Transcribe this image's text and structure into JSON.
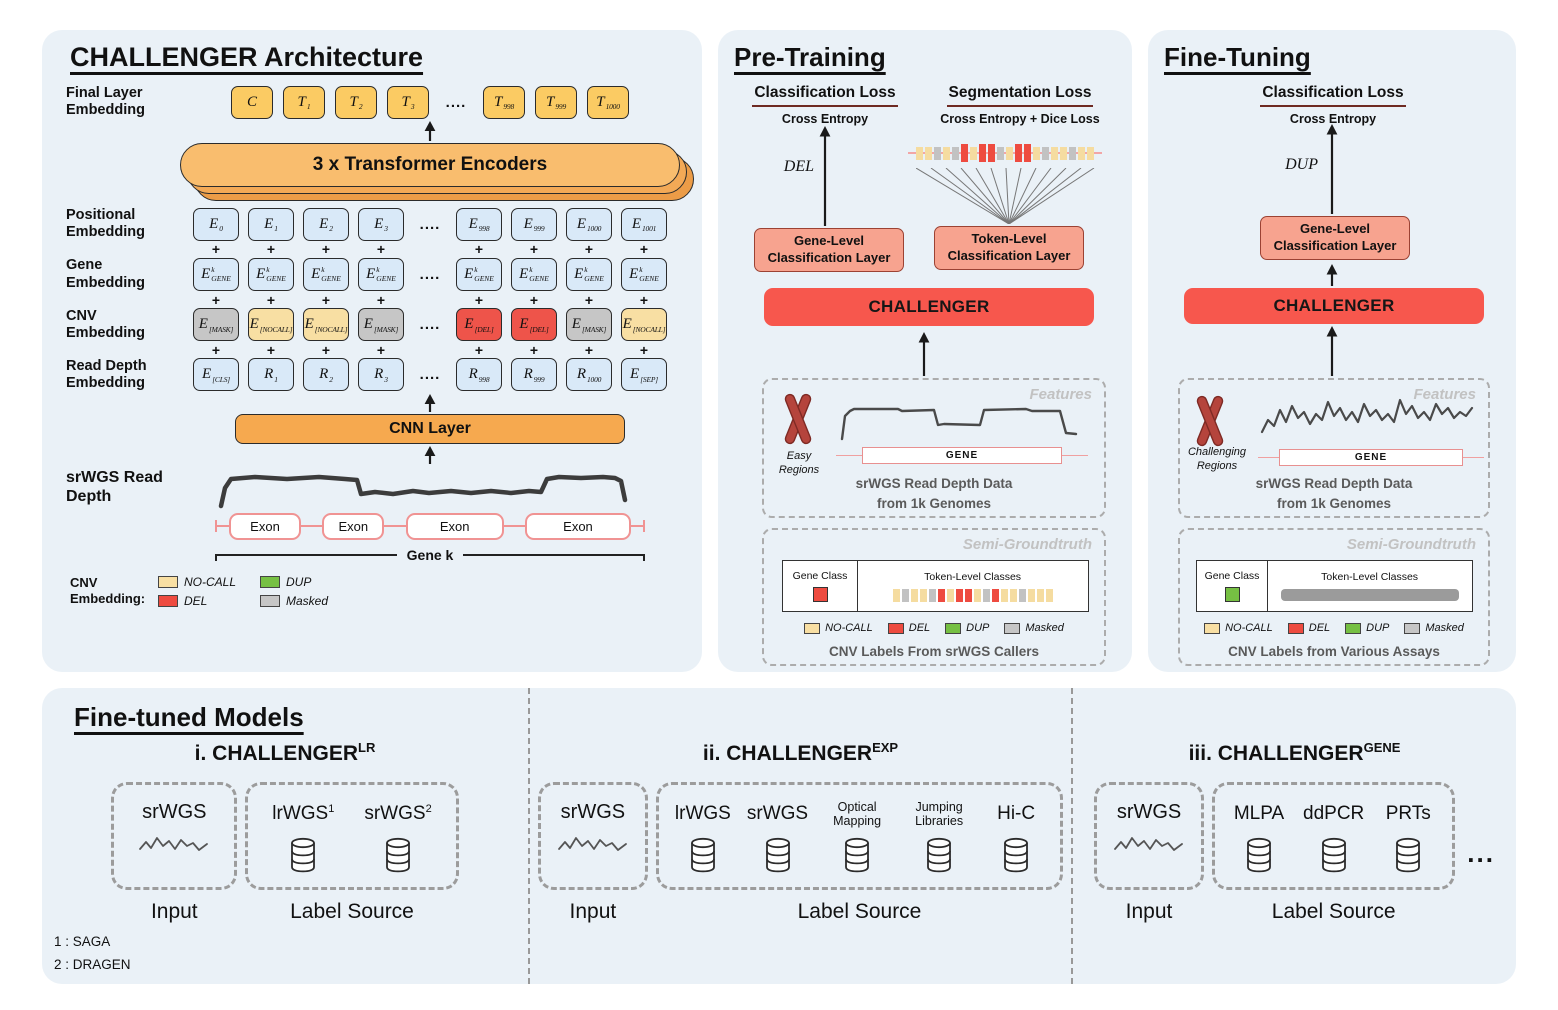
{
  "token_colors": {
    "b": "#D9E9F8",
    "y": "#FBCB63",
    "t": "#F8DFA3",
    "g": "#C6C6C6",
    "r": "#EE544A"
  },
  "strip_colors": {
    "n": "#F5DCA0",
    "g": "#C2C2C2",
    "r": "#EE4B40",
    "d": "#76C043"
  },
  "cnv_classes": [
    {
      "label": "NO-CALL",
      "color": "#F8DFA3"
    },
    {
      "label": "DEL",
      "color": "#EE4B40"
    },
    {
      "label": "DUP",
      "color": "#76C043"
    },
    {
      "label": "Masked",
      "color": "#C6C6C6"
    }
  ],
  "arch": {
    "title": "CHALLENGER Architecture",
    "plus": "+",
    "dots_text": "....",
    "labels": {
      "final": "Final Layer Embedding",
      "signal": "srWGS Read Depth"
    },
    "final_tokens": [
      {
        "t": "C",
        "c": "y"
      },
      {
        "t": "T",
        "s": "1",
        "c": "y"
      },
      {
        "t": "T",
        "s": "2",
        "c": "y"
      },
      {
        "t": "T",
        "s": "3",
        "c": "y"
      },
      {
        "dots": true
      },
      {
        "t": "T",
        "s": "998",
        "c": "y"
      },
      {
        "t": "T",
        "s": "999",
        "c": "y"
      },
      {
        "t": "T",
        "s": "1000",
        "c": "y"
      }
    ],
    "transformer": "3 x Transformer Encoders",
    "rows": [
      {
        "label": "Positional Embedding",
        "plus_after": true,
        "cells": [
          {
            "t": "E",
            "s": "0"
          },
          {
            "t": "E",
            "s": "1"
          },
          {
            "t": "E",
            "s": "2"
          },
          {
            "t": "E",
            "s": "3"
          },
          {
            "dots": true
          },
          {
            "t": "E",
            "s": "998"
          },
          {
            "t": "E",
            "s": "999"
          },
          {
            "t": "E",
            "s": "1000"
          },
          {
            "t": "E",
            "s": "1001"
          }
        ]
      },
      {
        "label": "Gene Embedding",
        "plus_after": true,
        "cells": [
          {
            "t": "E",
            "p": "k",
            "s": "GENE"
          },
          {
            "t": "E",
            "p": "k",
            "s": "GENE"
          },
          {
            "t": "E",
            "p": "k",
            "s": "GENE"
          },
          {
            "t": "E",
            "p": "k",
            "s": "GENE"
          },
          {
            "dots": true
          },
          {
            "t": "E",
            "p": "k",
            "s": "GENE"
          },
          {
            "t": "E",
            "p": "k",
            "s": "GENE"
          },
          {
            "t": "E",
            "p": "k",
            "s": "GENE"
          },
          {
            "t": "E",
            "p": "k",
            "s": "GENE"
          }
        ]
      },
      {
        "label": "CNV Embedding",
        "plus_after": true,
        "cells": [
          {
            "t": "E",
            "s": "[MASK]",
            "c": "g"
          },
          {
            "t": "E",
            "s": "[NOCALL]",
            "c": "t"
          },
          {
            "t": "E",
            "s": "[NOCALL]",
            "c": "t"
          },
          {
            "t": "E",
            "s": "[MASK]",
            "c": "g"
          },
          {
            "dots": true
          },
          {
            "t": "E",
            "s": "[DEL]",
            "c": "r"
          },
          {
            "t": "E",
            "s": "[DEL]",
            "c": "r"
          },
          {
            "t": "E",
            "s": "[MASK]",
            "c": "g"
          },
          {
            "t": "E",
            "s": "[NOCALL]",
            "c": "t"
          }
        ]
      },
      {
        "label": "Read Depth Embedding",
        "plus_after": false,
        "cells": [
          {
            "t": "E",
            "s": "[CLS]"
          },
          {
            "t": "R",
            "s": "1"
          },
          {
            "t": "R",
            "s": "2"
          },
          {
            "t": "R",
            "s": "3"
          },
          {
            "dots": true
          },
          {
            "t": "R",
            "s": "998"
          },
          {
            "t": "R",
            "s": "999"
          },
          {
            "t": "R",
            "s": "1000"
          },
          {
            "t": "E",
            "s": "[SEP]"
          }
        ]
      }
    ],
    "cnn": "CNN Layer",
    "exons": [
      "Exon",
      "Exon",
      "Exon",
      "Exon"
    ],
    "gene_label": "Gene k",
    "legend_title": "CNV Embedding:"
  },
  "pretrain": {
    "title": "Pre-Training",
    "class_loss": "Classification Loss",
    "class_loss_sub": "Cross Entropy",
    "seg_loss": "Segmentation Loss",
    "seg_loss_sub": "Cross Entropy + Dice Loss",
    "del_label": "DEL",
    "strip": [
      "n",
      "n",
      "g",
      "n",
      "g",
      "r",
      "n",
      "r",
      "r",
      "g",
      "n",
      "r",
      "r",
      "n",
      "g",
      "n",
      "n",
      "g",
      "n",
      "n"
    ],
    "gene_level": "Gene-Level Classification Layer",
    "token_level": "Token-Level Classification Layer",
    "challenger": "CHALLENGER",
    "features_tag": "Features",
    "easy_regions": "Easy Regions",
    "gene_box": "GENE",
    "features_caption_1": "srWGS Read Depth Data",
    "features_caption_2": "from 1k Genomes",
    "sg_tag": "Semi-Groundtruth",
    "gene_class_label": "Gene Class",
    "token_classes_label": "Token-Level Classes",
    "sg_strip": [
      "n",
      "g",
      "n",
      "n",
      "g",
      "r",
      "n",
      "r",
      "r",
      "n",
      "g",
      "r",
      "n",
      "n",
      "g",
      "n",
      "n",
      "n"
    ],
    "sg_gene_color": "#EE4B40",
    "sg_caption": "CNV Labels From srWGS Callers"
  },
  "finetune": {
    "title": "Fine-Tuning",
    "class_loss": "Classification Loss",
    "class_loss_sub": "Cross Entropy",
    "dup_label": "DUP",
    "gene_level": "Gene-Level Classification Layer",
    "challenger": "CHALLENGER",
    "features_tag": "Features",
    "regions": "Challenging Regions",
    "gene_box": "GENE",
    "features_caption_1": "srWGS Read Depth Data",
    "features_caption_2": "from 1k Genomes",
    "sg_tag": "Semi-Groundtruth",
    "gene_class_label": "Gene Class",
    "token_classes_label": "Token-Level Classes",
    "sg_gene_color": "#76C043",
    "sg_caption": "CNV Labels from Various Assays"
  },
  "models": {
    "title": "Fine-tuned Models",
    "sections": [
      {
        "heading": "i. CHALLENGER",
        "sup": "LR",
        "input": {
          "label": "srWGS"
        },
        "input_caption": "Input",
        "sources": [
          {
            "label": "lrWGS",
            "sup": "1"
          },
          {
            "label": "srWGS",
            "sup": "2"
          }
        ],
        "source_caption": "Label Source"
      },
      {
        "heading": "ii. CHALLENGER",
        "sup": "EXP",
        "input": {
          "label": "srWGS"
        },
        "input_caption": "Input",
        "sources": [
          {
            "label": "lrWGS"
          },
          {
            "label": "srWGS"
          },
          {
            "label": "Optical Mapping",
            "small": true
          },
          {
            "label": "Jumping Libraries",
            "small": true
          },
          {
            "label": "Hi-C"
          }
        ],
        "source_caption": "Label Source"
      },
      {
        "heading": "iii. CHALLENGER",
        "sup": "GENE",
        "input": {
          "label": "srWGS"
        },
        "input_caption": "Input",
        "sources": [
          {
            "label": "MLPA"
          },
          {
            "label": "ddPCR"
          },
          {
            "label": "PRTs"
          }
        ],
        "source_caption": "Label Source",
        "dots": "..."
      }
    ],
    "footnotes": [
      "1 : SAGA",
      "2 : DRAGEN"
    ]
  }
}
